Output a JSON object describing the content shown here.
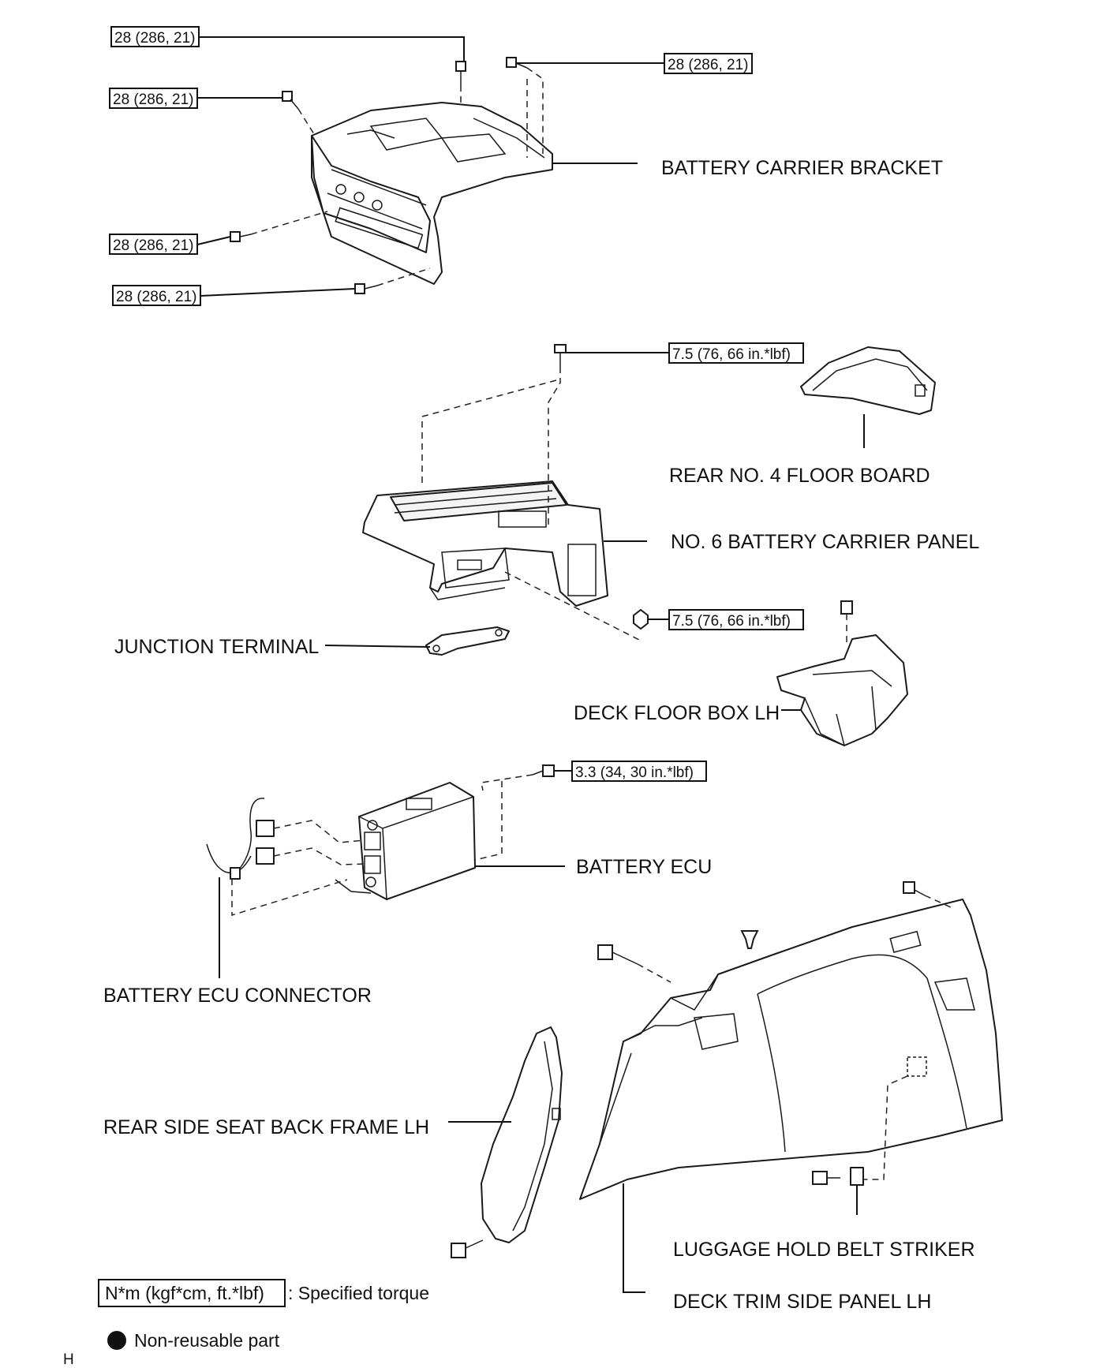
{
  "torque_labels": {
    "bracket_top_left": "28 (286, 21)",
    "bracket_top_right": "28 (286, 21)",
    "bracket_upper_left": "28 (286, 21)",
    "bracket_mid_left": "28 (286, 21)",
    "bracket_lower_left": "28 (286, 21)",
    "panel_top": "7.5 (76, 66 in.*lbf)",
    "panel_nut": "7.5 (76, 66 in.*lbf)",
    "ecu_bolt": "3.3 (34, 30 in.*lbf)"
  },
  "part_labels": {
    "battery_carrier_bracket": "BATTERY CARRIER BRACKET",
    "rear_no4_floor_board": "REAR NO. 4 FLOOR BOARD",
    "no6_battery_carrier_panel": "NO. 6 BATTERY CARRIER PANEL",
    "junction_terminal": "JUNCTION TERMINAL",
    "deck_floor_box_lh": "DECK FLOOR BOX LH",
    "battery_ecu": "BATTERY ECU",
    "battery_ecu_connector": "BATTERY ECU CONNECTOR",
    "rear_side_seat_back_frame_lh": "REAR SIDE SEAT BACK FRAME LH",
    "luggage_hold_belt_striker": "LUGGAGE HOLD BELT STRIKER",
    "deck_trim_side_panel_lh": "DECK TRIM SIDE PANEL LH"
  },
  "legend": {
    "torque_box": "N*m (kgf*cm, ft.*lbf)",
    "torque_text": ": Specified torque",
    "nonreusable_text": "Non-reusable part"
  },
  "corner_mark": "H",
  "colors": {
    "ink": "#111111",
    "paper": "#ffffff"
  }
}
